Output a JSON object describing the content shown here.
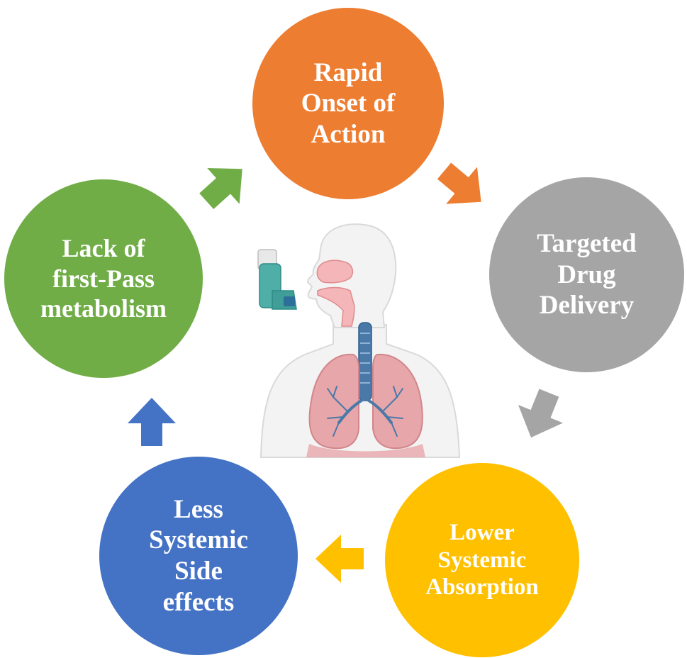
{
  "diagram": {
    "nodes": [
      {
        "id": "rapid",
        "lines": [
          "Rapid",
          "Onset of",
          "Action"
        ],
        "color": "#ED7D31"
      },
      {
        "id": "targeted",
        "lines": [
          "Targeted",
          "Drug",
          "Delivery"
        ],
        "color": "#A5A5A5"
      },
      {
        "id": "lower",
        "lines": [
          "Lower",
          "Systemic",
          "Absorption"
        ],
        "color": "#FFC000"
      },
      {
        "id": "less",
        "lines": [
          "Less",
          "Systemic",
          "Side",
          "effects"
        ],
        "color": "#4472C4"
      },
      {
        "id": "lack",
        "lines": [
          "Lack of",
          "first-Pass",
          "metabolism"
        ],
        "color": "#70AD47"
      }
    ],
    "cycle": [
      "rapid",
      "targeted",
      "lower",
      "less",
      "lack",
      "rapid"
    ],
    "arrow_colors": [
      "#ED7D31",
      "#A5A5A5",
      "#FFC000",
      "#4472C4",
      "#70AD47"
    ],
    "center_illustration": "inhaler-and-respiratory-system"
  }
}
